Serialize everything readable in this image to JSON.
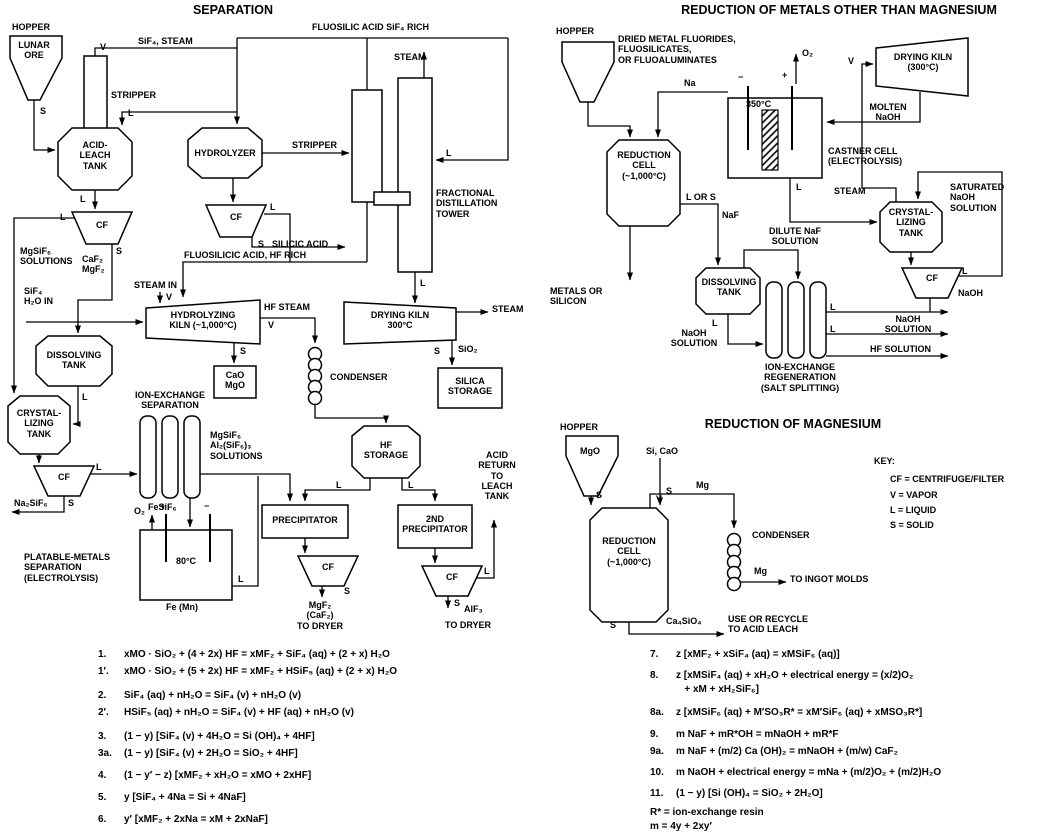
{
  "sym": {
    "l": "L",
    "s": "S",
    "v": "V",
    "cf": "CF",
    "plus": "+",
    "minus": "−"
  },
  "sep": {
    "title": "SEPARATION",
    "hopper": "HOPPER",
    "lunar_ore": "LUNAR\nORE",
    "sif4_steam": "SiF₄, STEAM",
    "stripper1": "STRIPPER",
    "acid_leach": "ACID-\nLEACH\nTANK",
    "mgsif6_solutions": "MgSiF₆\nSOLUTIONS",
    "caf2_mgf2": "CaF₂\nMgF₂",
    "sif4_h2o_in": "SiF₄\nH₂O IN",
    "dissolving_tank": "DISSOLVING\nTANK",
    "crystallizing_tank": "CRYSTAL-\nLIZING\nTANK",
    "na2sif6": "Na₂SiF₆",
    "ion_exchange": "ION-EXCHANGE\nSEPARATION",
    "mg_al_solutions": "MgSiF₆\nAl₂(SiF₆)₃\nSOLUTIONS",
    "fesif6": "FeSiF₆",
    "o2": "O₂",
    "temp80": "80°C",
    "fe_mn": "Fe (Mn)",
    "platable": "PLATABLE-METALS\nSEPARATION\n(ELECTROLYSIS)",
    "precipitator": "PRECIPITATOR",
    "mgf2_dryer": "MgF₂\n(CaF₂)\nTO DRYER",
    "precipitator2": "2ND\nPRECIPITATOR",
    "alf3": "AlF₃",
    "to_dryer": "TO DRYER",
    "acid_return": "ACID\nRETURN\nTO\nLEACH\nTANK",
    "hydrolyzer": "HYDROLYZER",
    "stripper2": "STRIPPER",
    "silicic_acid": "SILICIC ACID",
    "fluosilic_rich": "FLUOSILIC ACID SiF₄ RICH",
    "steam_top": "STEAM",
    "fractional": "FRACTIONAL\nDISTILLATION\nTOWER",
    "fluosilicic_hf": "FLUOSILICIC ACID, HF RICH",
    "steam_in": "STEAM IN",
    "hydrolyzing_kiln": "HYDROLYZING\nKILN (~1,000°C)",
    "hf_steam": "HF STEAM",
    "cao_mgo": "CaO\nMgO",
    "drying_kiln": "DRYING KILN\n300°C",
    "steam_right": "STEAM",
    "sio2": "SiO₂",
    "silica_storage": "SILICA\nSTORAGE",
    "condenser": "CONDENSER",
    "hf_storage": "HF\nSTORAGE"
  },
  "ro": {
    "title": "REDUCTION OF METALS OTHER THAN MAGNESIUM",
    "hopper": "HOPPER",
    "feed": "DRIED METAL FLUORIDES,\nFLUOSILICATES,\nOR FLUOALUMINATES",
    "na": "Na",
    "o2": "O₂",
    "temp350": "350°C",
    "drying_kiln": "DRYING KILN\n(300°C)",
    "molten_naoh": "MOLTEN\nNaOH",
    "castner": "CASTNER CELL\n(ELECTROLYSIS)",
    "reduction_cell": "REDUCTION\nCELL\n(~1,000°C)",
    "l_or_s": "L OR S",
    "naf": "NaF",
    "steam": "STEAM",
    "crystallizing_tank": "CRYSTAL-\nLIZING\nTANK",
    "saturated": "SATURATED\nNaOH\nSOLUTION",
    "naoh": "NaOH",
    "metals_or_silicon": "METALS OR\nSILICON",
    "dilute_naf": "DILUTE NaF\nSOLUTION",
    "dissolving_tank": "DISSOLVING\nTANK",
    "naoh_solution_left": "NaOH\nSOLUTION",
    "ion_regen": "ION-EXCHANGE\nREGENERATION\n(SALT SPLITTING)",
    "naoh_solution_right": "NaOH\nSOLUTION",
    "hf_solution": "HF SOLUTION"
  },
  "rm": {
    "title": "REDUCTION OF MAGNESIUM",
    "hopper": "HOPPER",
    "mgo": "MgO",
    "si_cao": "Si, CaO",
    "reduction_cell": "REDUCTION\nCELL\n(~1,000°C)",
    "mg": "Mg",
    "condenser": "CONDENSER",
    "to_ingot": "TO INGOT MOLDS",
    "ca4sio4": "Ca₄SiO₄",
    "use_recycle": "USE OR RECYCLE\nTO ACID LEACH"
  },
  "key": {
    "title": "KEY:",
    "cf": "CF = CENTRIFUGE/FILTER",
    "v": "V = VAPOR",
    "l": "L = LIQUID",
    "s": "S = SOLID"
  },
  "eq_left": [
    {
      "n": "1.",
      "t": "xMO · SiO₂ + (4 + 2x) HF = xMF₂ + SiF₄ (aq) + (2 + x) H₂O"
    },
    {
      "n": "1′.",
      "t": "xMO · SiO₂ + (5 + 2x) HF = xMF₂ + HSiF₅ (aq) + (2 + x) H₂O"
    },
    {
      "n": "2.",
      "t": "SiF₄ (aq) + nH₂O = SiF₄ (v) + nH₂O (v)"
    },
    {
      "n": "2′.",
      "t": "HSiF₅ (aq) + nH₂O = SiF₄ (v) + HF (aq) + nH₂O (v)"
    },
    {
      "n": "3.",
      "t": "(1 − y) [SiF₄ (v) + 4H₂O = Si (OH)₄ + 4HF]"
    },
    {
      "n": "3a.",
      "t": "(1 − y) [SiF₄ (v) + 2H₂O = SiO₂ + 4HF]"
    },
    {
      "n": "4.",
      "t": "(1 − y′ − z) [xMF₂ + xH₂O = xMO + 2xHF]"
    },
    {
      "n": "5.",
      "t": "y [SiF₄ + 4Na = Si + 4NaF]"
    },
    {
      "n": "6.",
      "t": "y′ [xMF₂ + 2xNa = xM + 2xNaF]"
    }
  ],
  "eq_right": [
    {
      "n": "7.",
      "t": "z [xMF₂ + xSiF₄ (aq) = xMSiF₆ (aq)]"
    },
    {
      "n": "8.",
      "t": "z [xMSiF₄ (aq) + xH₂O + electrical energy = (x/2)O₂\n   + xM + xH₂SiF₆]"
    },
    {
      "n": "8a.",
      "t": "z [xMSiF₆ (aq) + M′SO₃R* = xM′SiF₆ (aq) + xMSO₃R*]"
    },
    {
      "n": "9.",
      "t": "m NaF + mR*OH = mNaOH + mR*F"
    },
    {
      "n": "9a.",
      "t": "m NaF + (m/2) Ca (OH)₂ = mNaOH + (m/w) CaF₂"
    },
    {
      "n": "10.",
      "t": "m NaOH + electrical energy = mNa + (m/2)O₂ + (m/2)H₂O"
    },
    {
      "n": "11.",
      "t": "(1 − y) [Si (OH)₄ = SiO₂ + 2H₂O]"
    }
  ],
  "notes": {
    "r": "R* = ion-exchange resin",
    "m": "m = 4y + 2xy′"
  }
}
